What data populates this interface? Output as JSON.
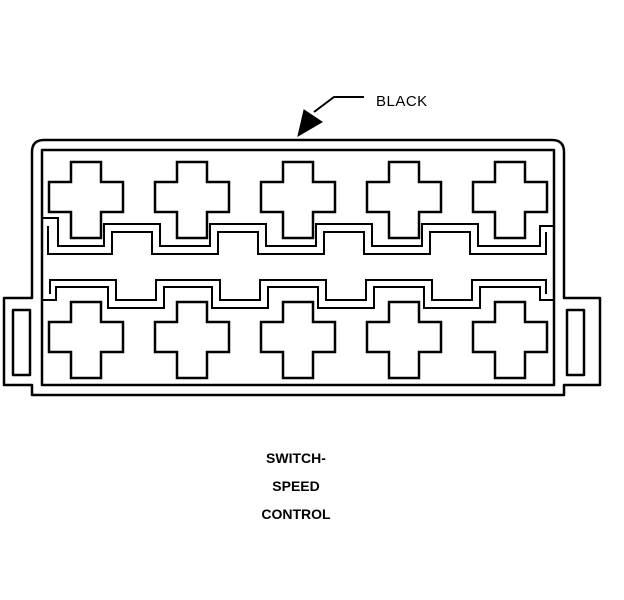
{
  "callout": {
    "label": "BLACK"
  },
  "caption": {
    "line1": "SWITCH-",
    "line2": "SPEED",
    "line3": "CONTROL"
  },
  "connector": {
    "cavity_rows": 2,
    "cavities_per_row": 5
  },
  "colors": {
    "stroke": "#000000",
    "background": "#ffffff"
  }
}
